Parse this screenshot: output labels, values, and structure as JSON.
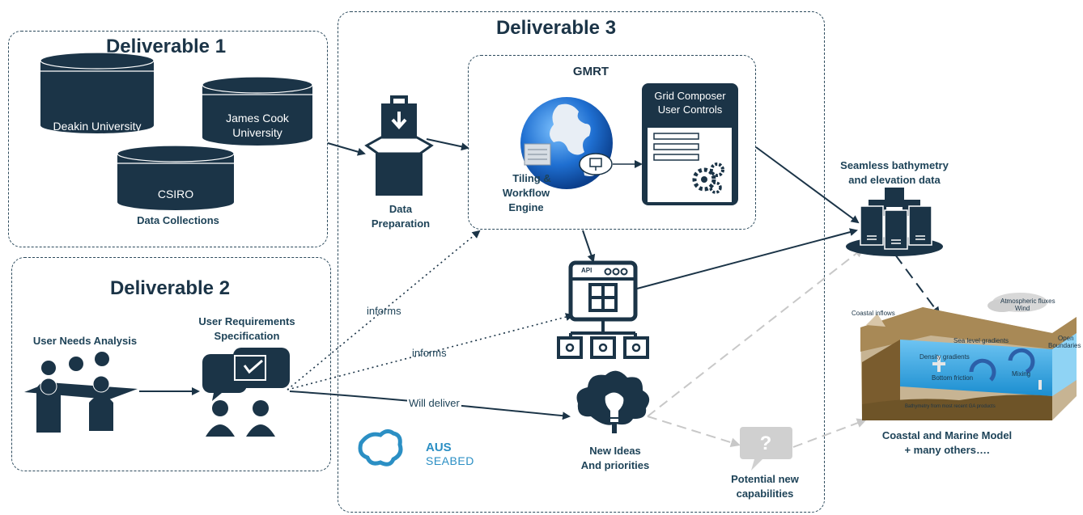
{
  "deliverable1": {
    "title": "Deliverable 1",
    "db1": "Deakin University",
    "db2_line1": "James Cook",
    "db2_line2": "University",
    "db3": "CSIRO",
    "caption": "Data Collections"
  },
  "deliverable2": {
    "title": "Deliverable 2",
    "user_needs": "User Needs Analysis",
    "req_line1": "User Requirements",
    "req_line2": "Specification"
  },
  "deliverable3": {
    "title": "Deliverable 3",
    "gmrt": "GMRT",
    "grid_line1": "Grid Composer",
    "grid_line2": "User Controls",
    "tiling_line1": "Tiling &",
    "tiling_line2": "Workflow",
    "tiling_line3": "Engine",
    "prep_line1": "Data",
    "prep_line2": "Preparation",
    "api": "API",
    "ideas_line1": "New Ideas",
    "ideas_line2": "And priorities",
    "potential_line1": "Potential new",
    "potential_line2": "capabilities",
    "logo_line1": "AUS",
    "logo_line2": "SEABED"
  },
  "edges": {
    "informs1": "informs",
    "informs2": "informs",
    "will_deliver": "Will deliver"
  },
  "outputs": {
    "seamless_line1": "Seamless bathymetry",
    "seamless_line2": "and elevation data",
    "model_line1": "Coastal and Marine Model",
    "model_line2": "+ many others…."
  },
  "model_labels": {
    "coastal_inflows": "Coastal inflows",
    "atmo_line1": "Atmospheric fluxes",
    "atmo_line2": "Wind",
    "sea_level": "Sea level gradients",
    "open_line1": "Open",
    "open_line2": "Boundaries",
    "density": "Density gradients",
    "bottom_friction": "Bottom friction",
    "mixing": "Mixing",
    "bathymetry": "Bathymetry from most recent GA products"
  },
  "colors": {
    "dark": "#1b3447",
    "frame": "#2c4a5c",
    "logo": "#2b8fc4"
  }
}
